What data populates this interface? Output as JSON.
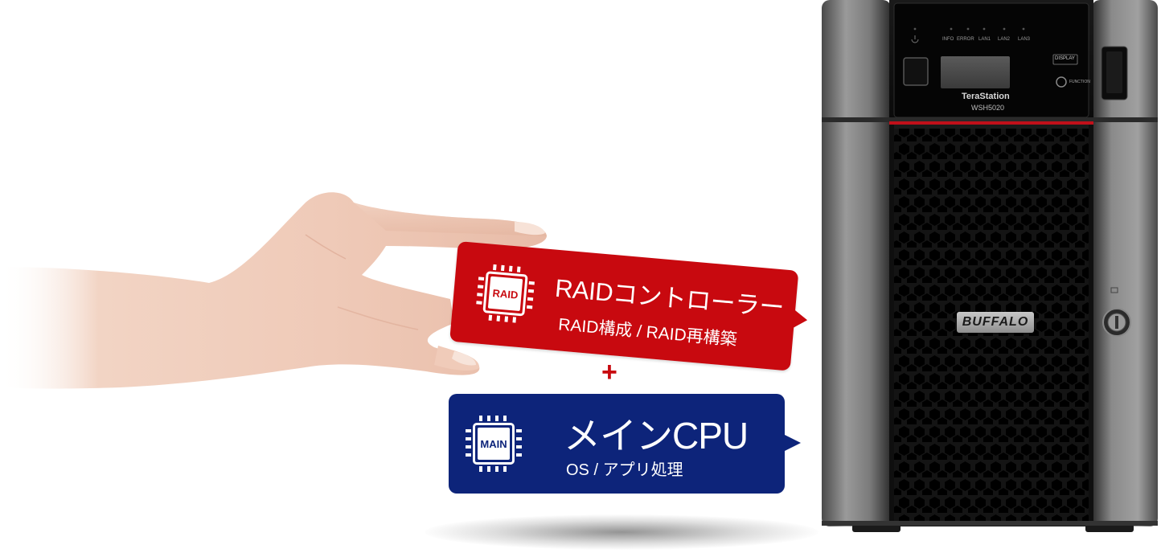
{
  "raid_card": {
    "chip_label": "RAID",
    "title": "RAIDコントローラー",
    "subtitle": "RAID構成 / RAID再構築",
    "color": "#c8090f"
  },
  "plus_sign": "+",
  "main_card": {
    "chip_label": "MAIN",
    "title": "メインCPU",
    "subtitle": "OS / アプリ処理",
    "color": "#0d247a"
  },
  "device": {
    "model_name": "TeraStation",
    "model_number": "WSH5020",
    "brand": "BUFFALO",
    "display_label": "DISPLAY",
    "function_label": "FUNCTION",
    "led_labels": [
      "INFO",
      "ERROR",
      "LAN1",
      "LAN2",
      "LAN3"
    ],
    "accent_color": "#c0101a"
  },
  "icons": {
    "power": "power-icon",
    "lock": "lock-icon",
    "hand": "hand-image",
    "chip": "chip-icon"
  }
}
